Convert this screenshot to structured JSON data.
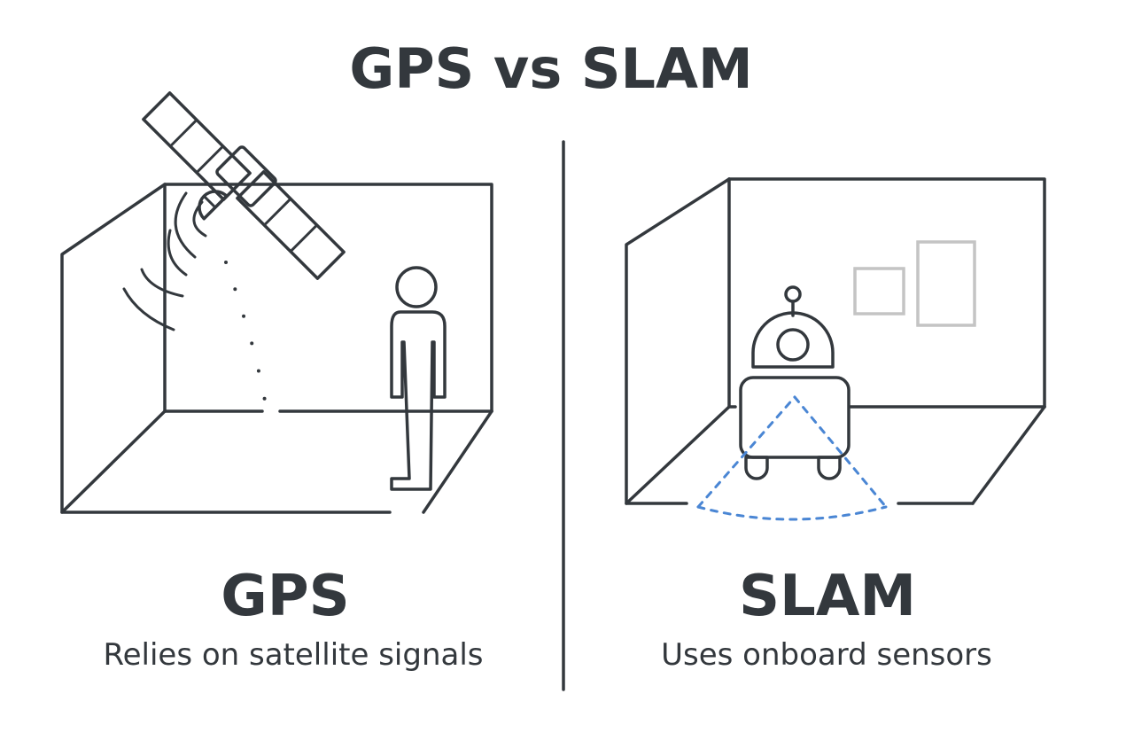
{
  "title": "GPS vs SLAM",
  "gps_panel": {
    "heading": "GPS",
    "caption": "Relies on satellite signals",
    "icons": [
      "room-icon",
      "satellite-icon",
      "signal-waves-icon",
      "person-icon"
    ]
  },
  "slam_panel": {
    "heading": "SLAM",
    "caption": "Uses onboard sensors",
    "icons": [
      "room-icon",
      "robot-icon",
      "sensor-scan-icon",
      "picture-frame-icon"
    ]
  },
  "colors": {
    "ink": "#33383d",
    "accent": "#4a86d4",
    "frame": "#c4c4c4",
    "background": "#ffffff"
  }
}
